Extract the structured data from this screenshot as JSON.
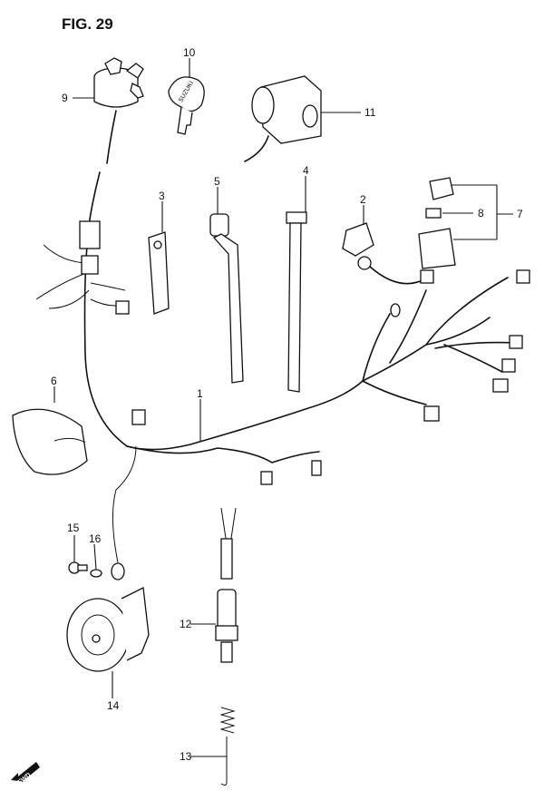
{
  "figure": {
    "title": "FIG. 29"
  },
  "callouts": {
    "c1": "1",
    "c2": "2",
    "c3": "3",
    "c4": "4",
    "c5": "5",
    "c6": "6",
    "c7": "7",
    "c8": "8",
    "c9": "9",
    "c10": "10",
    "c11": "11",
    "c12": "12",
    "c13": "13",
    "c14": "14",
    "c15": "15",
    "c16": "16"
  },
  "key_brand": "SUZUKI",
  "fwd_arrow": "FWD"
}
